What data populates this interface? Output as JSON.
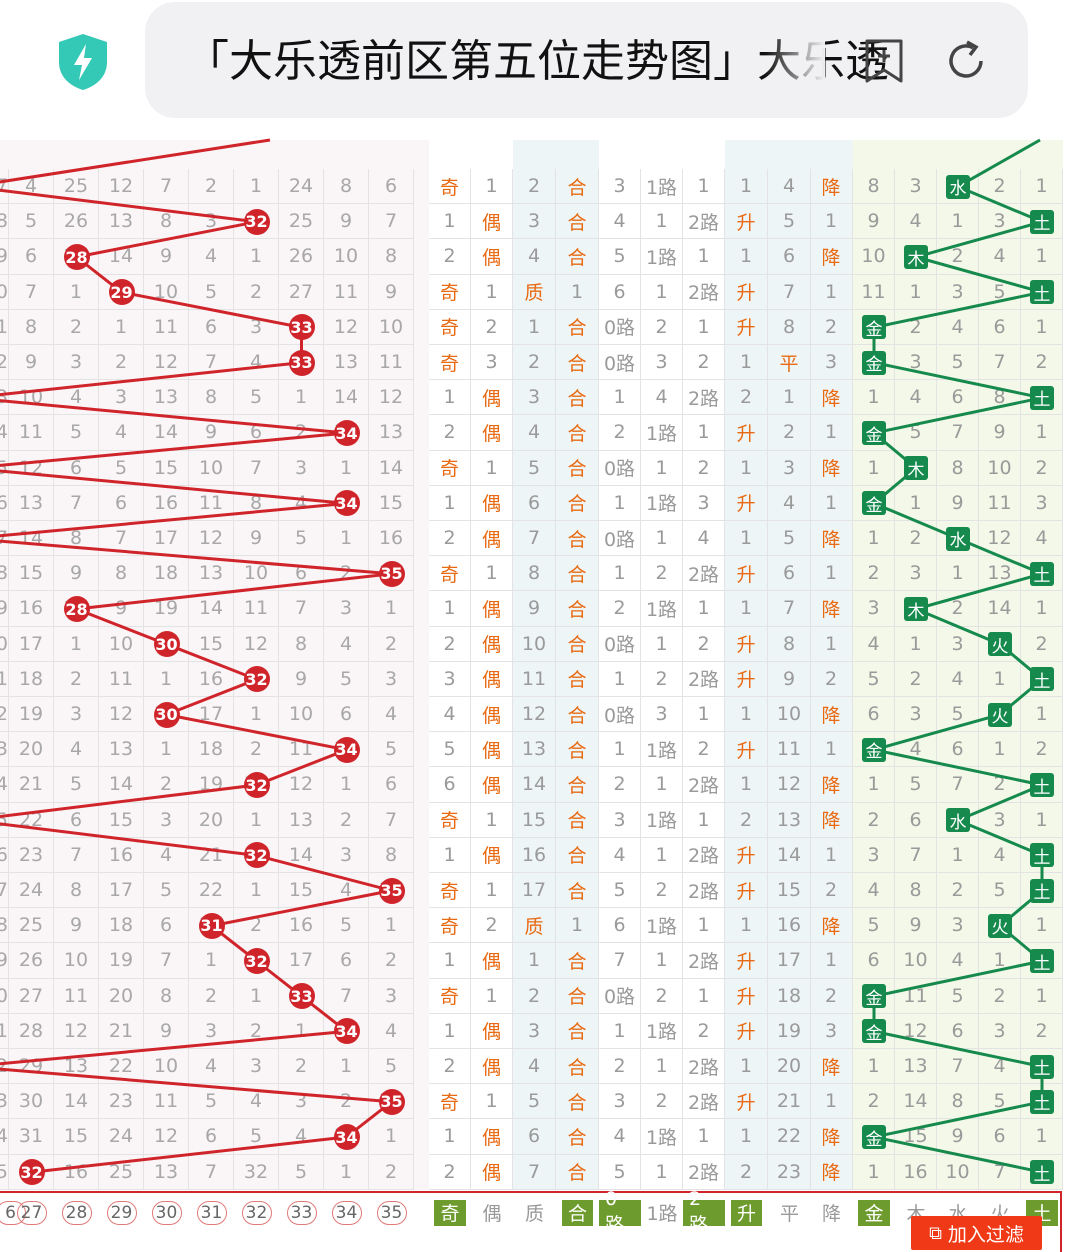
{
  "browser": {
    "url_title": "「大乐透前区第五位走势图」大乐透",
    "colors": {
      "shield": "#34c9b6",
      "pill": "#f1f1f3"
    }
  },
  "numbers_offset_header": [
    "6",
    "27",
    "28",
    "29",
    "30",
    "31",
    "32",
    "33",
    "34",
    "35"
  ],
  "oddeven_header": [
    "奇",
    "偶"
  ],
  "primecomp_header": [
    "质",
    "合"
  ],
  "road_header": [
    "0路",
    "1路",
    "2路"
  ],
  "trend_header": [
    "升",
    "平",
    "降"
  ],
  "element_header": [
    "金",
    "木",
    "水",
    "火",
    "土"
  ],
  "rows": [
    {
      "n": [
        "7",
        "4",
        "25",
        "12",
        "7",
        "2",
        "1",
        "24",
        "8",
        "6"
      ],
      "ball": null,
      "oe": [
        "奇",
        "1"
      ],
      "pc": [
        "2",
        "合"
      ],
      "rd": [
        "3",
        "1路",
        "1"
      ],
      "tr": [
        "1",
        "4",
        "降"
      ],
      "el": [
        "8",
        "3",
        "水",
        "2",
        "1"
      ]
    },
    {
      "n": [
        "8",
        "5",
        "26",
        "13",
        "8",
        "3",
        "32",
        "25",
        "9",
        "7"
      ],
      "ball": "32",
      "oe": [
        "1",
        "偶"
      ],
      "pc": [
        "3",
        "合"
      ],
      "rd": [
        "4",
        "1",
        "2路"
      ],
      "tr": [
        "升",
        "5",
        "1"
      ],
      "el": [
        "9",
        "4",
        "1",
        "3",
        "土"
      ]
    },
    {
      "n": [
        "9",
        "6",
        "28",
        "14",
        "9",
        "4",
        "1",
        "26",
        "10",
        "8"
      ],
      "ball": "28",
      "oe": [
        "2",
        "偶"
      ],
      "pc": [
        "4",
        "合"
      ],
      "rd": [
        "5",
        "1路",
        "1"
      ],
      "tr": [
        "1",
        "6",
        "降"
      ],
      "el": [
        "10",
        "木",
        "2",
        "4",
        "1"
      ]
    },
    {
      "n": [
        "0",
        "7",
        "1",
        "29",
        "10",
        "5",
        "2",
        "27",
        "11",
        "9"
      ],
      "ball": "29",
      "oe": [
        "奇",
        "1"
      ],
      "pc": [
        "质",
        "1"
      ],
      "rd": [
        "6",
        "1",
        "2路"
      ],
      "tr": [
        "升",
        "7",
        "1"
      ],
      "el": [
        "11",
        "1",
        "3",
        "5",
        "土"
      ]
    },
    {
      "n": [
        "1",
        "8",
        "2",
        "1",
        "11",
        "6",
        "3",
        "33",
        "12",
        "10"
      ],
      "ball": "33",
      "oe": [
        "奇",
        "2"
      ],
      "pc": [
        "1",
        "合"
      ],
      "rd": [
        "0路",
        "2",
        "1"
      ],
      "tr": [
        "升",
        "8",
        "2"
      ],
      "el": [
        "金",
        "2",
        "4",
        "6",
        "1"
      ]
    },
    {
      "n": [
        "2",
        "9",
        "3",
        "2",
        "12",
        "7",
        "4",
        "33",
        "13",
        "11"
      ],
      "ball": "33",
      "oe": [
        "奇",
        "3"
      ],
      "pc": [
        "2",
        "合"
      ],
      "rd": [
        "0路",
        "3",
        "2"
      ],
      "tr": [
        "1",
        "平",
        "3"
      ],
      "el": [
        "金",
        "3",
        "5",
        "7",
        "2"
      ]
    },
    {
      "n": [
        "3",
        "10",
        "4",
        "3",
        "13",
        "8",
        "5",
        "1",
        "14",
        "12"
      ],
      "ball": null,
      "oe": [
        "1",
        "偶"
      ],
      "pc": [
        "3",
        "合"
      ],
      "rd": [
        "1",
        "4",
        "2路"
      ],
      "tr": [
        "2",
        "1",
        "降"
      ],
      "el": [
        "1",
        "4",
        "6",
        "8",
        "土"
      ]
    },
    {
      "n": [
        "4",
        "11",
        "5",
        "4",
        "14",
        "9",
        "6",
        "2",
        "34",
        "13"
      ],
      "ball": "34",
      "oe": [
        "2",
        "偶"
      ],
      "pc": [
        "4",
        "合"
      ],
      "rd": [
        "2",
        "1路",
        "1"
      ],
      "tr": [
        "升",
        "2",
        "1"
      ],
      "el": [
        "金",
        "5",
        "7",
        "9",
        "1"
      ]
    },
    {
      "n": [
        "5",
        "12",
        "6",
        "5",
        "15",
        "10",
        "7",
        "3",
        "1",
        "14"
      ],
      "ball": null,
      "oe": [
        "奇",
        "1"
      ],
      "pc": [
        "5",
        "合"
      ],
      "rd": [
        "0路",
        "1",
        "2"
      ],
      "tr": [
        "1",
        "3",
        "降"
      ],
      "el": [
        "1",
        "木",
        "8",
        "10",
        "2"
      ]
    },
    {
      "n": [
        "6",
        "13",
        "7",
        "6",
        "16",
        "11",
        "8",
        "4",
        "34",
        "15"
      ],
      "ball": "34",
      "oe": [
        "1",
        "偶"
      ],
      "pc": [
        "6",
        "合"
      ],
      "rd": [
        "1",
        "1路",
        "3"
      ],
      "tr": [
        "升",
        "4",
        "1"
      ],
      "el": [
        "金",
        "1",
        "9",
        "11",
        "3"
      ]
    },
    {
      "n": [
        "7",
        "14",
        "8",
        "7",
        "17",
        "12",
        "9",
        "5",
        "1",
        "16"
      ],
      "ball": null,
      "oe": [
        "2",
        "偶"
      ],
      "pc": [
        "7",
        "合"
      ],
      "rd": [
        "0路",
        "1",
        "4"
      ],
      "tr": [
        "1",
        "5",
        "降"
      ],
      "el": [
        "1",
        "2",
        "水",
        "12",
        "4"
      ]
    },
    {
      "n": [
        "8",
        "15",
        "9",
        "8",
        "18",
        "13",
        "10",
        "6",
        "2",
        "35"
      ],
      "ball": "35",
      "oe": [
        "奇",
        "1"
      ],
      "pc": [
        "8",
        "合"
      ],
      "rd": [
        "1",
        "2",
        "2路"
      ],
      "tr": [
        "升",
        "6",
        "1"
      ],
      "el": [
        "2",
        "3",
        "1",
        "13",
        "土"
      ]
    },
    {
      "n": [
        "9",
        "16",
        "28",
        "9",
        "19",
        "14",
        "11",
        "7",
        "3",
        "1"
      ],
      "ball": "28",
      "oe": [
        "1",
        "偶"
      ],
      "pc": [
        "9",
        "合"
      ],
      "rd": [
        "2",
        "1路",
        "1"
      ],
      "tr": [
        "1",
        "7",
        "降"
      ],
      "el": [
        "3",
        "木",
        "2",
        "14",
        "1"
      ]
    },
    {
      "n": [
        "0",
        "17",
        "1",
        "10",
        "30",
        "15",
        "12",
        "8",
        "4",
        "2"
      ],
      "ball": "30",
      "oe": [
        "2",
        "偶"
      ],
      "pc": [
        "10",
        "合"
      ],
      "rd": [
        "0路",
        "1",
        "2"
      ],
      "tr": [
        "升",
        "8",
        "1"
      ],
      "el": [
        "4",
        "1",
        "3",
        "火",
        "2"
      ]
    },
    {
      "n": [
        "1",
        "18",
        "2",
        "11",
        "1",
        "16",
        "32",
        "9",
        "5",
        "3"
      ],
      "ball": "32",
      "oe": [
        "3",
        "偶"
      ],
      "pc": [
        "11",
        "合"
      ],
      "rd": [
        "1",
        "2",
        "2路"
      ],
      "tr": [
        "升",
        "9",
        "2"
      ],
      "el": [
        "5",
        "2",
        "4",
        "1",
        "土"
      ]
    },
    {
      "n": [
        "2",
        "19",
        "3",
        "12",
        "30",
        "17",
        "1",
        "10",
        "6",
        "4"
      ],
      "ball": "30",
      "oe": [
        "4",
        "偶"
      ],
      "pc": [
        "12",
        "合"
      ],
      "rd": [
        "0路",
        "3",
        "1"
      ],
      "tr": [
        "1",
        "10",
        "降"
      ],
      "el": [
        "6",
        "3",
        "5",
        "火",
        "1"
      ]
    },
    {
      "n": [
        "3",
        "20",
        "4",
        "13",
        "1",
        "18",
        "2",
        "11",
        "34",
        "5"
      ],
      "ball": "34",
      "oe": [
        "5",
        "偶"
      ],
      "pc": [
        "13",
        "合"
      ],
      "rd": [
        "1",
        "1路",
        "2"
      ],
      "tr": [
        "升",
        "11",
        "1"
      ],
      "el": [
        "金",
        "4",
        "6",
        "1",
        "2"
      ]
    },
    {
      "n": [
        "4",
        "21",
        "5",
        "14",
        "2",
        "19",
        "32",
        "12",
        "1",
        "6"
      ],
      "ball": "32",
      "oe": [
        "6",
        "偶"
      ],
      "pc": [
        "14",
        "合"
      ],
      "rd": [
        "2",
        "1",
        "2路"
      ],
      "tr": [
        "1",
        "12",
        "降"
      ],
      "el": [
        "1",
        "5",
        "7",
        "2",
        "土"
      ]
    },
    {
      "n": [
        "5",
        "22",
        "6",
        "15",
        "3",
        "20",
        "1",
        "13",
        "2",
        "7"
      ],
      "ball": null,
      "oe": [
        "奇",
        "1"
      ],
      "pc": [
        "15",
        "合"
      ],
      "rd": [
        "3",
        "1路",
        "1"
      ],
      "tr": [
        "2",
        "13",
        "降"
      ],
      "el": [
        "2",
        "6",
        "水",
        "3",
        "1"
      ]
    },
    {
      "n": [
        "6",
        "23",
        "7",
        "16",
        "4",
        "21",
        "32",
        "14",
        "3",
        "8"
      ],
      "ball": "32",
      "oe": [
        "1",
        "偶"
      ],
      "pc": [
        "16",
        "合"
      ],
      "rd": [
        "4",
        "1",
        "2路"
      ],
      "tr": [
        "升",
        "14",
        "1"
      ],
      "el": [
        "3",
        "7",
        "1",
        "4",
        "土"
      ]
    },
    {
      "n": [
        "7",
        "24",
        "8",
        "17",
        "5",
        "22",
        "1",
        "15",
        "4",
        "35"
      ],
      "ball": "35",
      "oe": [
        "奇",
        "1"
      ],
      "pc": [
        "17",
        "合"
      ],
      "rd": [
        "5",
        "2",
        "2路"
      ],
      "tr": [
        "升",
        "15",
        "2"
      ],
      "el": [
        "4",
        "8",
        "2",
        "5",
        "土"
      ]
    },
    {
      "n": [
        "8",
        "25",
        "9",
        "18",
        "6",
        "31",
        "2",
        "16",
        "5",
        "1"
      ],
      "ball": "31",
      "oe": [
        "奇",
        "2"
      ],
      "pc": [
        "质",
        "1"
      ],
      "rd": [
        "6",
        "1路",
        "1"
      ],
      "tr": [
        "1",
        "16",
        "降"
      ],
      "el": [
        "5",
        "9",
        "3",
        "火",
        "1"
      ]
    },
    {
      "n": [
        "9",
        "26",
        "10",
        "19",
        "7",
        "1",
        "32",
        "17",
        "6",
        "2"
      ],
      "ball": "32",
      "oe": [
        "1",
        "偶"
      ],
      "pc": [
        "1",
        "合"
      ],
      "rd": [
        "7",
        "1",
        "2路"
      ],
      "tr": [
        "升",
        "17",
        "1"
      ],
      "el": [
        "6",
        "10",
        "4",
        "1",
        "土"
      ]
    },
    {
      "n": [
        "0",
        "27",
        "11",
        "20",
        "8",
        "2",
        "1",
        "33",
        "7",
        "3"
      ],
      "ball": "33",
      "oe": [
        "奇",
        "1"
      ],
      "pc": [
        "2",
        "合"
      ],
      "rd": [
        "0路",
        "2",
        "1"
      ],
      "tr": [
        "升",
        "18",
        "2"
      ],
      "el": [
        "金",
        "11",
        "5",
        "2",
        "1"
      ]
    },
    {
      "n": [
        "1",
        "28",
        "12",
        "21",
        "9",
        "3",
        "2",
        "1",
        "34",
        "4"
      ],
      "ball": "34",
      "oe": [
        "1",
        "偶"
      ],
      "pc": [
        "3",
        "合"
      ],
      "rd": [
        "1",
        "1路",
        "2"
      ],
      "tr": [
        "升",
        "19",
        "3"
      ],
      "el": [
        "金",
        "12",
        "6",
        "3",
        "2"
      ]
    },
    {
      "n": [
        "2",
        "29",
        "13",
        "22",
        "10",
        "4",
        "3",
        "2",
        "1",
        "5"
      ],
      "ball": null,
      "oe": [
        "2",
        "偶"
      ],
      "pc": [
        "4",
        "合"
      ],
      "rd": [
        "2",
        "1",
        "2路"
      ],
      "tr": [
        "1",
        "20",
        "降"
      ],
      "el": [
        "1",
        "13",
        "7",
        "4",
        "土"
      ]
    },
    {
      "n": [
        "3",
        "30",
        "14",
        "23",
        "11",
        "5",
        "4",
        "3",
        "2",
        "35"
      ],
      "ball": "35",
      "oe": [
        "奇",
        "1"
      ],
      "pc": [
        "5",
        "合"
      ],
      "rd": [
        "3",
        "2",
        "2路"
      ],
      "tr": [
        "升",
        "21",
        "1"
      ],
      "el": [
        "2",
        "14",
        "8",
        "5",
        "土"
      ]
    },
    {
      "n": [
        "4",
        "31",
        "15",
        "24",
        "12",
        "6",
        "5",
        "4",
        "34",
        "1"
      ],
      "ball": "34",
      "oe": [
        "1",
        "偶"
      ],
      "pc": [
        "6",
        "合"
      ],
      "rd": [
        "4",
        "1路",
        "1"
      ],
      "tr": [
        "1",
        "22",
        "降"
      ],
      "el": [
        "金",
        "15",
        "9",
        "6",
        "1"
      ]
    },
    {
      "n": [
        "5",
        "32",
        "16",
        "25",
        "13",
        "7",
        "32",
        "5",
        "1",
        "2"
      ],
      "ball": "32",
      "oe": [
        "2",
        "偶"
      ],
      "pc": [
        "7",
        "合"
      ],
      "rd": [
        "5",
        "1",
        "2路"
      ],
      "tr": [
        "2",
        "23",
        "降"
      ],
      "el": [
        "1",
        "16",
        "10",
        "7",
        "土"
      ]
    }
  ],
  "filter_button": "加入过滤",
  "colors": {
    "ball": "#d0242b",
    "element": "#158a4c",
    "hit_text": "#e86a12",
    "header_on": "#6e9b2d",
    "button": "#f03a17"
  }
}
